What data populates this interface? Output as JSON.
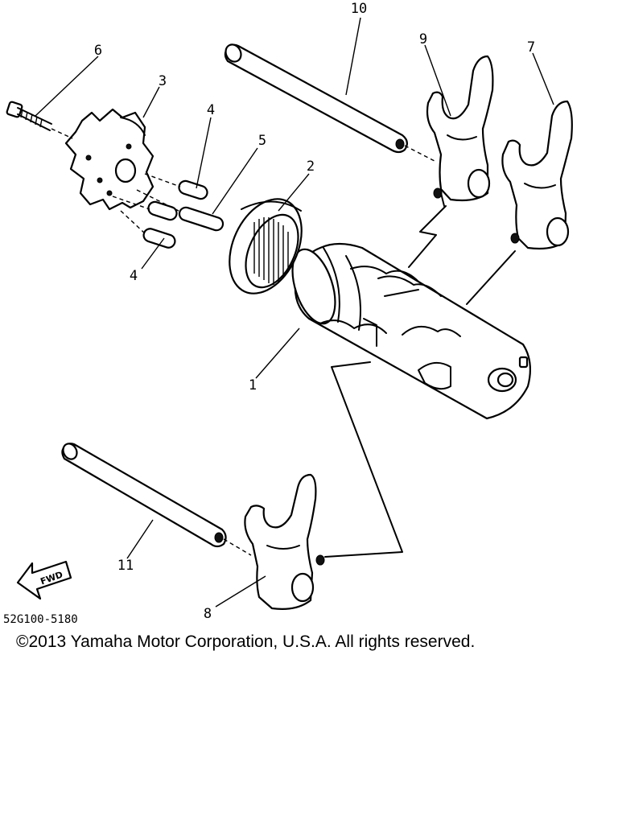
{
  "parts": [
    {
      "id": "p1",
      "label": "1"
    },
    {
      "id": "p2",
      "label": "2"
    },
    {
      "id": "p3",
      "label": "3"
    },
    {
      "id": "p4a",
      "label": "4"
    },
    {
      "id": "p4b",
      "label": "4"
    },
    {
      "id": "p5",
      "label": "5"
    },
    {
      "id": "p6",
      "label": "6"
    },
    {
      "id": "p7",
      "label": "7"
    },
    {
      "id": "p8",
      "label": "8"
    },
    {
      "id": "p9",
      "label": "9"
    },
    {
      "id": "p10",
      "label": "10"
    },
    {
      "id": "p11",
      "label": "11"
    }
  ],
  "direction_label": "FWD",
  "diagram_code": "52G100-5180",
  "copyright": "©2013 Yamaha Motor Corporation, U.S.A. All rights reserved."
}
